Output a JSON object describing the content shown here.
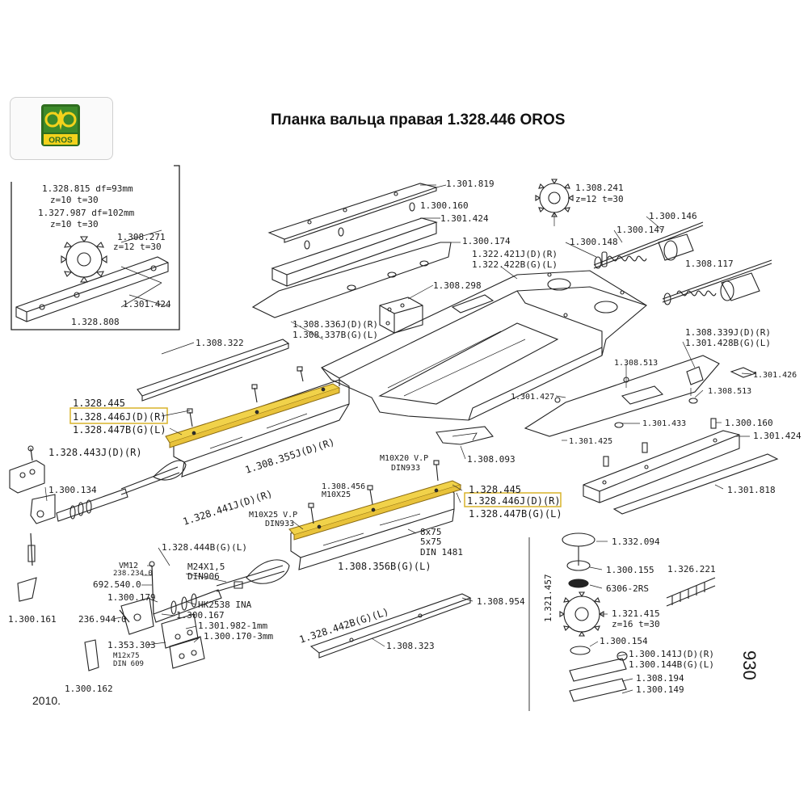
{
  "title": "Планка вальца правая 1.328.446 OROS",
  "logo": {
    "text": "OROS",
    "colors": {
      "green": "#3d8a2a",
      "yellow": "#f3d21c",
      "frame": "#2f6d1f"
    }
  },
  "highlight_color": "#f1d24a",
  "box_color": "#d8b42a",
  "year": "2010.",
  "page_number": "930",
  "labels": {
    "inset_1": "1.328.815  df=93mm",
    "inset_2": "z=10  t=30",
    "inset_3": "1.327.987  df=102mm",
    "inset_4": "z=10  t=30",
    "inset_5": "1.308.271",
    "inset_6": "z=12  t=30",
    "inset_7": "1.301.424",
    "inset_8": "1.328.808",
    "p1301819": "1.301.819",
    "p1300160a": "1.300.160",
    "p1301424a": "1.301.424",
    "p1300174": "1.300.174",
    "p1308241": "1.308.241",
    "p1308241z": "z=12  t=30",
    "p1300146": "1.300.146",
    "p1300147": "1.300.147",
    "p1300148": "1.300.148",
    "p1322421": "1.322.421J(D)(R)",
    "p1322422": "1.322.422B(G)(L)",
    "p1308117": "1.308.117",
    "p1308298": "1.308.298",
    "p1308336": "1.308.336J(D)(R)",
    "p1308337": "1.308.337B(G)(L)",
    "p1308322": "1.308.322",
    "p1308339": "1.308.339J(D)(R)",
    "p1301428": "1.301.428B(G)(L)",
    "p1308513a": "1.308.513",
    "p1301426": "1.301.426",
    "p1308513b": "1.308.513",
    "p1301427": "1.301.427",
    "p1301433": "1.301.433",
    "p1300160b": "1.300.160",
    "p1301424b": "1.301.424",
    "p1301425": "1.301.425",
    "p1308093": "1.308.093",
    "p1301818": "1.301.818",
    "p1328445a": "1.328.445",
    "p1328446a": "1.328.446J(D)(R)",
    "p1328447a": "1.328.447B(G)(L)",
    "p1328443": "1.328.443J(D)(R)",
    "p1308355": "1.308.355J(D)(R)",
    "p1300134": "1.300.134",
    "p1328441": "1.328.441J(D)(R)",
    "m10x20": "M10X20 V.P",
    "din933a": "DIN933",
    "p1308456": "1.308.456",
    "m10x25a": "M10X25",
    "p1328445b": "1.328.445",
    "p1328446b": "1.328.446J(D)(R)",
    "p1328447b": "1.328.447B(G)(L)",
    "m10x25vp": "M10X25 V.P",
    "din933b": "DIN933",
    "p8x75": "8x75",
    "p5x75": "5x75",
    "din1481": "DIN 1481",
    "p1308356": "1.308.356B(G)(L)",
    "p1328444": "1.328.444B(G)(L)",
    "vm12": "VM12",
    "p238234": "238.234.0",
    "m24": "M24X1,5",
    "din906": "DIN906",
    "p692540": "692.540.0",
    "p1300179": "1.300.179",
    "hk2538": "HK2538 INA",
    "p1300167": "1.300.167",
    "p1301982": "1.301.982-1mm",
    "p1300170": "1.300.170-3mm",
    "p236944": "236.944.0",
    "p1353303": "1.353.303",
    "m12x75": "M12x75",
    "din609": "DIN 609",
    "p1300161": "1.300.161",
    "p1300162": "1.300.162",
    "p1328442": "1.328.442B(G)(L)",
    "p1308323": "1.308.323",
    "p1308954": "1.308.954",
    "p1332094": "1.332.094",
    "p1300155": "1.300.155",
    "p1326221": "1.326.221",
    "p6306": "6306-2RS",
    "p1321415": "1.321.415",
    "p1321415z": "z=16  t=30",
    "p1321457": "1.321.457",
    "p1300154": "1.300.154",
    "p1300141": "1.300.141J(D)(R)",
    "p1300144": "1.300.144B(G)(L)",
    "p1308194": "1.308.194",
    "p1300149": "1.300.149"
  }
}
